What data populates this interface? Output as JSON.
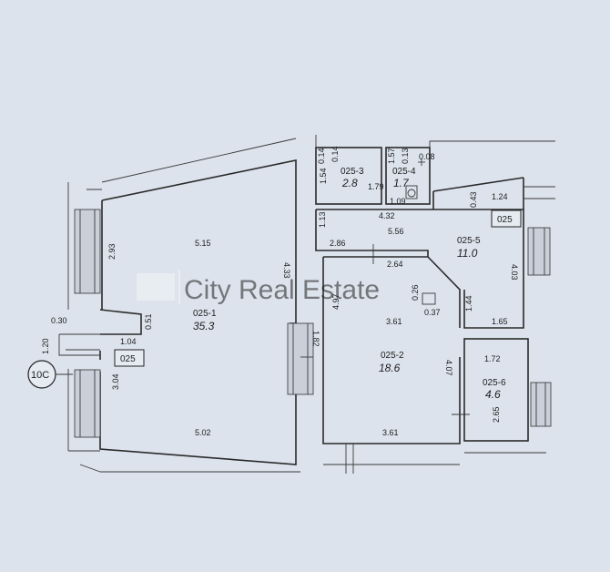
{
  "plan": {
    "unit_code": "025",
    "building_tag": "10C",
    "watermark": "City Real Estate",
    "rooms": [
      {
        "code": "025-1",
        "area": "35.3"
      },
      {
        "code": "025-2",
        "area": "18.6"
      },
      {
        "code": "025-3",
        "area": "2.8"
      },
      {
        "code": "025-4",
        "area": "1.7"
      },
      {
        "code": "025-5",
        "area": "11.0"
      },
      {
        "code": "025-6",
        "area": "4.6"
      }
    ],
    "dimensions": {
      "d0": "0.14",
      "d1": "0.14",
      "d2": "1.54",
      "d3": "1.79",
      "d4": "1.57",
      "d5": "0.13",
      "d6": "0.08",
      "d7": "1.09",
      "d8": "0.43",
      "d9": "1.24",
      "d10": "1.13",
      "d11": "4.32",
      "d12": "2.93",
      "d13": "5.15",
      "d14": "4.33",
      "d15": "2.86",
      "d16": "5.56",
      "d17": "2.64",
      "d18": "0.30",
      "d19": "0.51",
      "d20": "4.97",
      "d21": "0.26",
      "d22": "0.37",
      "d23": "4.03",
      "d24": "1.44",
      "d25": "1.04",
      "d26": "1.20",
      "d27": "1.82",
      "d28": "3.61",
      "d29": "1.65",
      "d30": "3.04",
      "d31": "1.72",
      "d32": "4.07",
      "d33": "2.65",
      "d34": "5.02",
      "d35": "3.61"
    }
  }
}
